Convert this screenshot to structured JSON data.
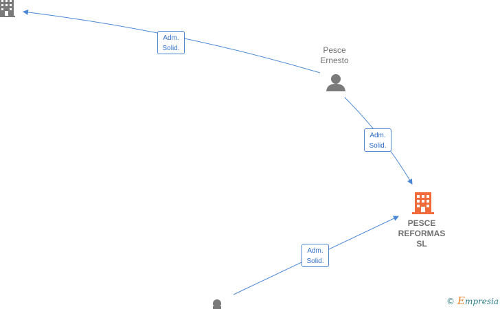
{
  "colors": {
    "edge": "#4a86d4",
    "person_icon": "#7a7a7a",
    "company_icon": "#7a7a7a",
    "focus_company_icon": "#f06a3a"
  },
  "nodes": {
    "company_top_left": {
      "type": "company",
      "icon": "building-icon",
      "label": ""
    },
    "person_pesce": {
      "type": "person",
      "icon": "person-icon",
      "label_lines": [
        "Pesce",
        "Ernesto"
      ]
    },
    "company_pesce_reformas": {
      "type": "company",
      "icon": "building-icon",
      "label_lines": [
        "PESCE",
        "REFORMAS",
        "SL"
      ]
    },
    "person_bottom": {
      "type": "person",
      "icon": "person-icon",
      "label": ""
    }
  },
  "edges": [
    {
      "from": "person_pesce",
      "to": "company_top_left",
      "label_lines": [
        "Adm.",
        "Solid."
      ]
    },
    {
      "from": "person_pesce",
      "to": "company_pesce_reformas",
      "label_lines": [
        "Adm.",
        "Solid."
      ]
    },
    {
      "from": "person_bottom",
      "to": "company_pesce_reformas",
      "label_lines": [
        "Adm.",
        "Solid."
      ]
    }
  ],
  "watermark": {
    "symbol": "©",
    "brand_first": "E",
    "brand_rest": "mpresia"
  }
}
